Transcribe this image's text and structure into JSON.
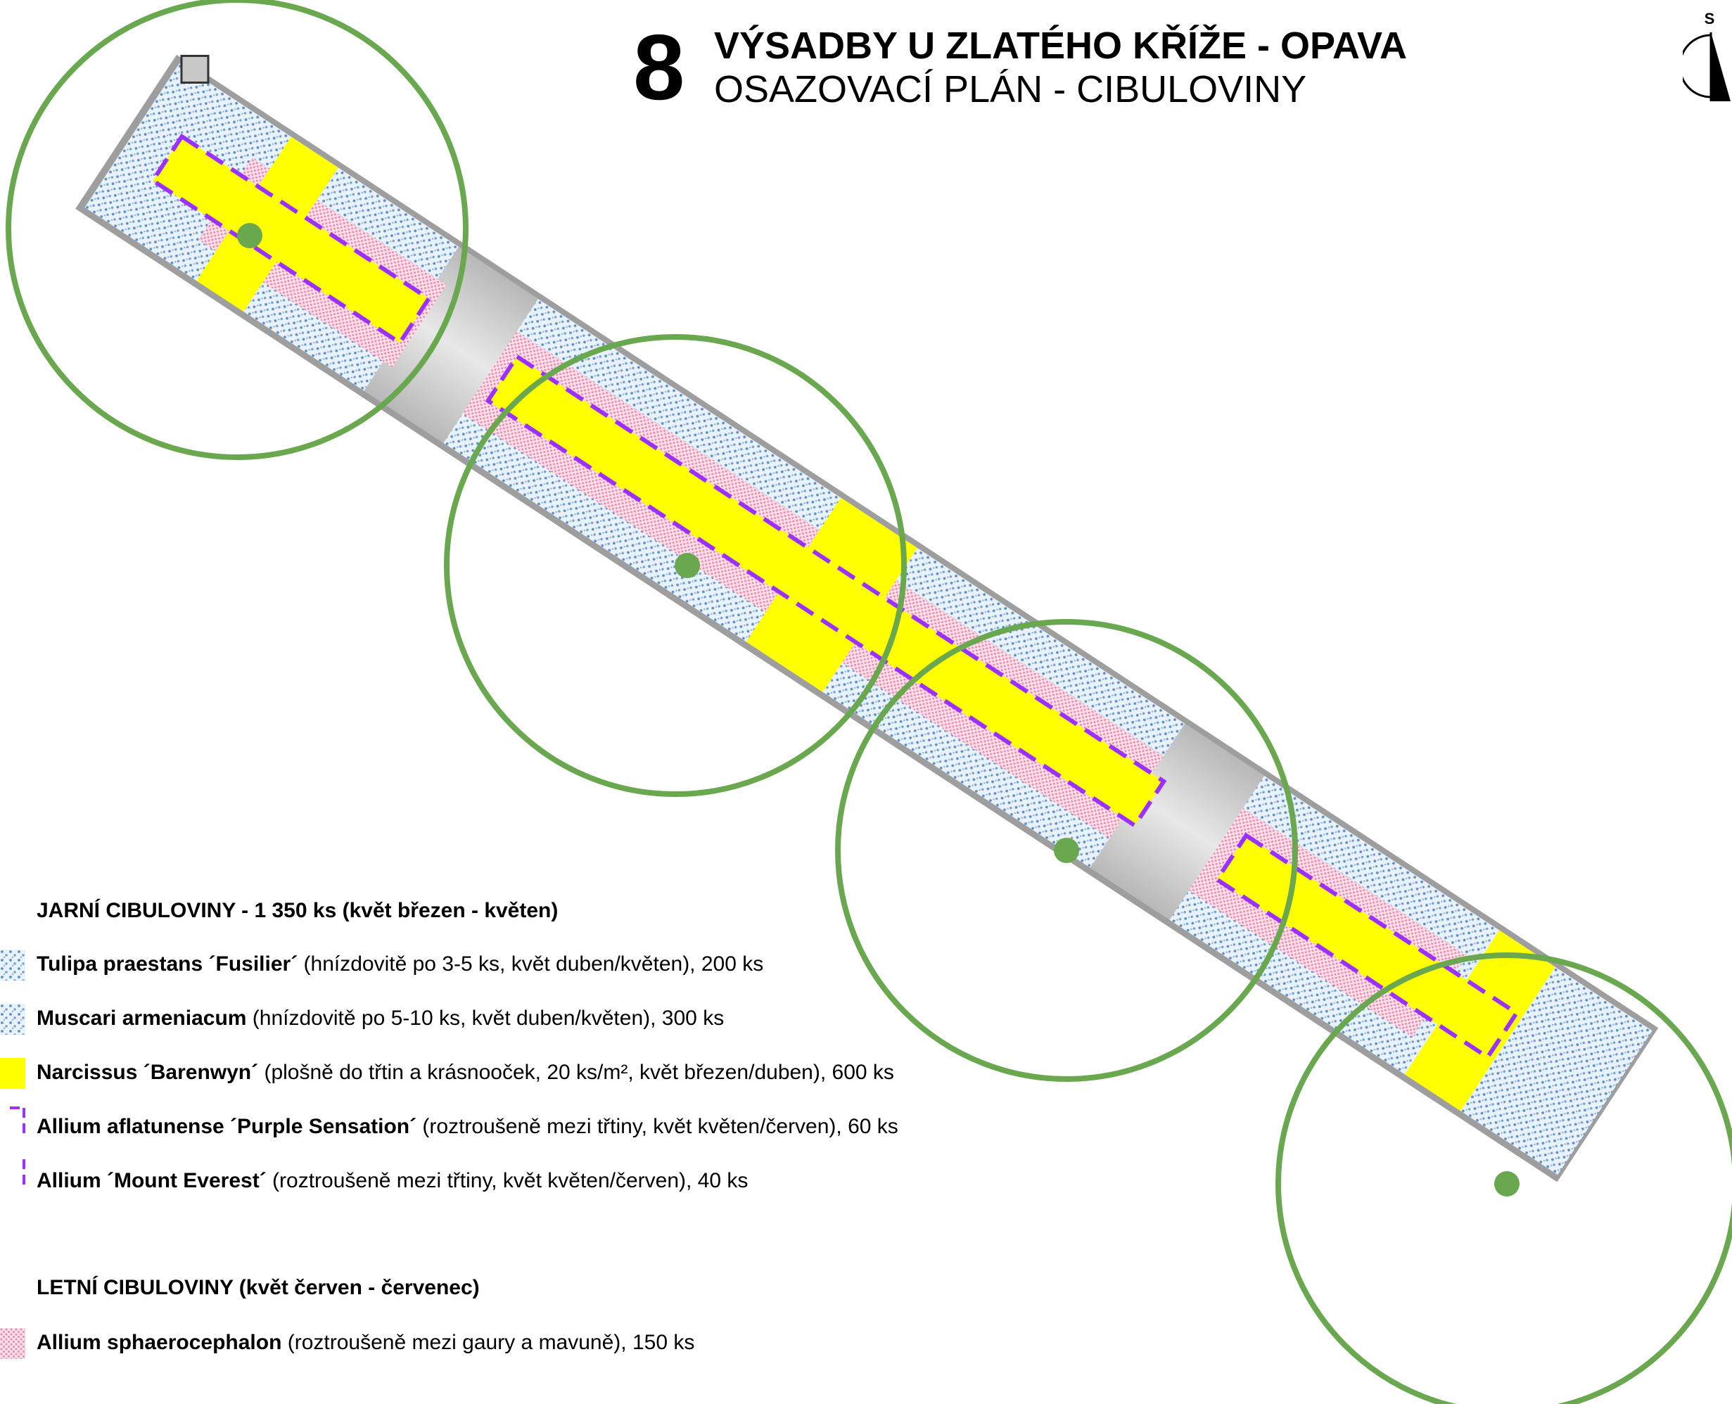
{
  "title": {
    "number": "8",
    "main": "VÝSADBY U ZLATÉHO KŘÍŽE - OPAVA",
    "subtitle": "OSAZOVACÍ PLÁN - CIBULOVINY"
  },
  "north_arrow": {
    "label": "S"
  },
  "colors": {
    "green_circle": "#6aa84f",
    "tree_dot": "#6aa84f",
    "narcissus_yellow": "#ffff00",
    "allium_dash": "#9b30ff",
    "pink_hatch": "#f4a6c2",
    "blue_dots": "#5b8fc9",
    "path_gray": "#c8c8c8"
  },
  "legend": {
    "spring": {
      "heading": "JARNÍ CIBULOVINY  - 1 350 ks (květ březen - květen)",
      "items": [
        {
          "name": "Tulipa praestans ´Fusilier´",
          "detail": " (hnízdovitě po 3-5 ks, květ duben/květen), 200 ks",
          "symbol": "blue-dots"
        },
        {
          "name": "Muscari armeniacum",
          "detail": " (hnízdovitě po 5-10 ks, květ duben/květen), 300 ks",
          "symbol": "blue-dots"
        },
        {
          "name": "Narcissus ´Barenwyn´",
          "detail": " (plošně do třtin a krásnooček, 20 ks/m², květ březen/duben), 600 ks",
          "symbol": "yellow-fill"
        },
        {
          "name": "Allium aflatunense ´Purple Sensation´",
          "detail": " (roztroušeně mezi třtiny, květ květen/červen), 60 ks",
          "symbol": "purple-dashed"
        },
        {
          "name": "Allium ´Mount Everest´",
          "detail": " (roztroušeně mezi třtiny, květ květen/červen), 40 ks",
          "symbol": "purple-dashed"
        }
      ]
    },
    "summer": {
      "heading": "LETNÍ CIBULOVINY (květ červen - červenec)",
      "items": [
        {
          "name": "Allium sphaerocephalon",
          "detail": " (roztroušeně mezi gaury a mavuně), 150 ks",
          "symbol": "pink-hatch"
        }
      ]
    }
  }
}
